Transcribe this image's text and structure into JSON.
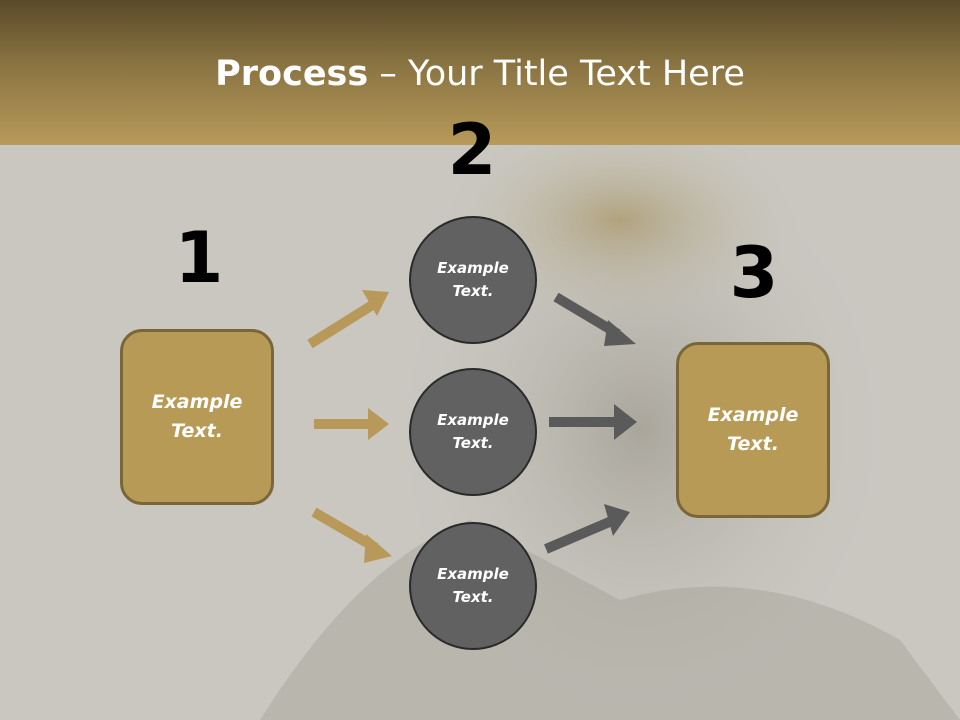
{
  "title": {
    "bold": "Process",
    "rest": " – Your Title Text Here"
  },
  "numbers": [
    "1",
    "2",
    "3"
  ],
  "left_box": {
    "text": "Example Text."
  },
  "circles": [
    {
      "text": "Example Text."
    },
    {
      "text": "Example Text."
    },
    {
      "text": "Example Text."
    }
  ],
  "right_box": {
    "text": "Example Text."
  },
  "colors": {
    "gold": "#b79a56",
    "circle_gray": "#616161",
    "arrow_gold": "#b8995a",
    "arrow_gray": "#5a5a5a",
    "background": "#c9c7c0"
  }
}
